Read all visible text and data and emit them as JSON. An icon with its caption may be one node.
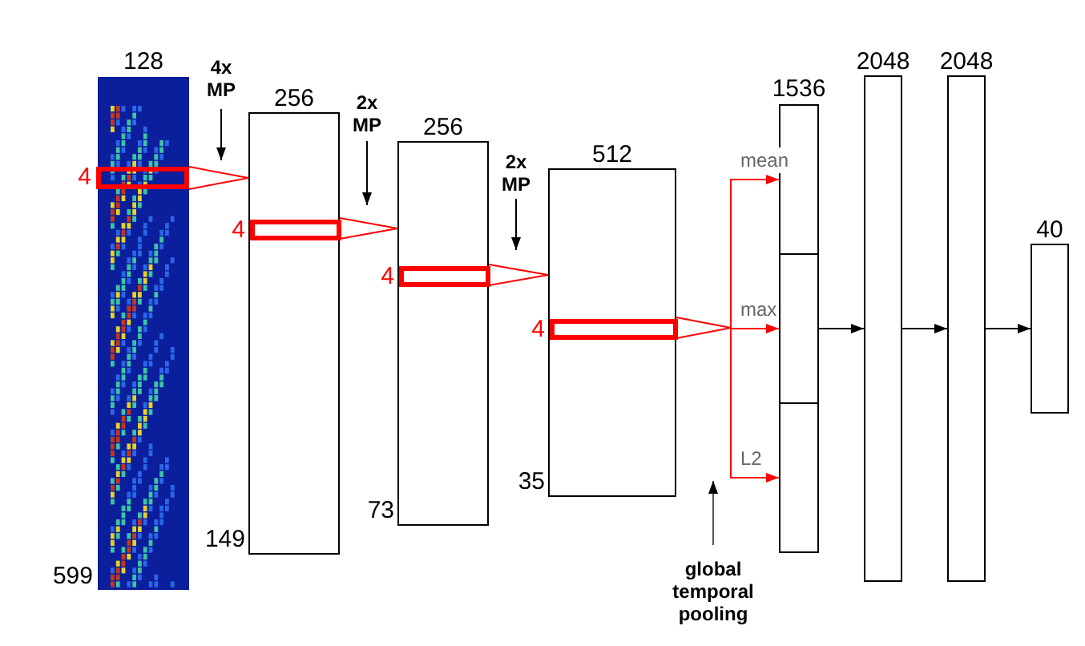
{
  "diagram": {
    "nodes": [
      {
        "text": [
          "128"
        ],
        "beside": [
          "599"
        ]
      },
      {
        "text": [],
        "shape": "box",
        "in": 0,
        "beside": [
          "4"
        ]
      },
      {
        "text": [
          "256"
        ],
        "beside": [
          "149"
        ]
      },
      {
        "text": [],
        "shape": "box",
        "in": 2,
        "beside": [
          "4"
        ]
      },
      {
        "text": [
          "256"
        ],
        "beside": [
          "73"
        ]
      },
      {
        "text": [],
        "shape": "box",
        "in": 4,
        "beside": [
          "4"
        ]
      },
      {
        "text": [
          "512"
        ],
        "beside": [
          "35"
        ]
      },
      {
        "text": [],
        "shape": "box",
        "in": 6,
        "beside": [
          "4"
        ]
      },
      {
        "text": [
          "1536"
        ]
      },
      {
        "text": [],
        "shape": "box",
        "in": 8
      },
      {
        "text": [],
        "shape": "box",
        "in": 8
      },
      {
        "text": [],
        "shape": "box",
        "in": 8
      },
      {
        "text": [
          "2048"
        ]
      },
      {
        "text": [
          "2048"
        ]
      },
      {
        "text": [
          "40"
        ]
      }
    ],
    "edges": [
      {
        "from": 1,
        "to": 2,
        "arrow": "none",
        "color": "#ff0000"
      },
      {
        "from": 3,
        "to": 4,
        "arrow": "none",
        "color": "#ff0000"
      },
      {
        "from": 5,
        "to": 6,
        "arrow": "none",
        "color": "#ff0000"
      },
      {
        "from": 7,
        "to": 9,
        "arrow": "to",
        "label": "mean",
        "color": "#ff0000"
      },
      {
        "from": 7,
        "to": 10,
        "arrow": "to",
        "label": "max",
        "color": "#ff0000"
      },
      {
        "from": 7,
        "to": 11,
        "arrow": "to",
        "label": "L2",
        "color": "#ff0000"
      },
      {
        "from": 8,
        "to": 12,
        "arrow": "to",
        "color": "#000000"
      },
      {
        "from": 12,
        "to": 13,
        "arrow": "to",
        "color": "#000000"
      },
      {
        "from": 13,
        "to": 14,
        "arrow": "to",
        "color": "#000000"
      }
    ],
    "labels": [
      "4x MP",
      "2x MP",
      "2x MP",
      "global temporal pooling"
    ]
  }
}
